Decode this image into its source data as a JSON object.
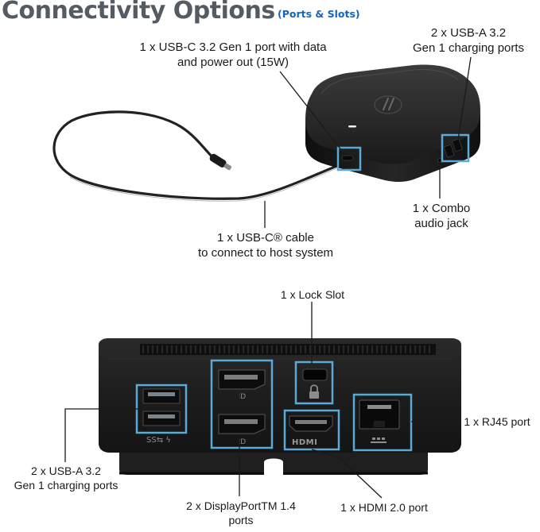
{
  "header": {
    "title": "Connectivity Options",
    "subtitle": "(Ports & Slots)"
  },
  "top_view": {
    "usbc_port": [
      "1 x USB-C 3.2 Gen 1 port with data",
      "and power out (15W)"
    ],
    "usba_ports": [
      "2 x USB-A 3.2",
      "Gen 1 charging ports"
    ],
    "audio_jack": [
      "1 x Combo",
      "audio jack"
    ],
    "cable": [
      "1 x USB-C® cable",
      "to connect to host system"
    ]
  },
  "rear_view": {
    "lock_slot": "1 x Lock Slot",
    "rj45": "1 x RJ45 port",
    "usba_ports": [
      "2 x USB-A 3.2",
      "Gen 1 charging ports"
    ],
    "displayport": [
      "2 x DisplayPortTM 1.4",
      "ports"
    ],
    "hdmi": "1 x HDMI 2.0 port",
    "port_marks": {
      "usb": "SS⇆ ϟ",
      "hdmi": "HDMI"
    }
  },
  "colors": {
    "title": "#555b62",
    "subtitle": "#1565c0",
    "highlight": "#5aa9d6",
    "device": "#1c1c1c"
  }
}
